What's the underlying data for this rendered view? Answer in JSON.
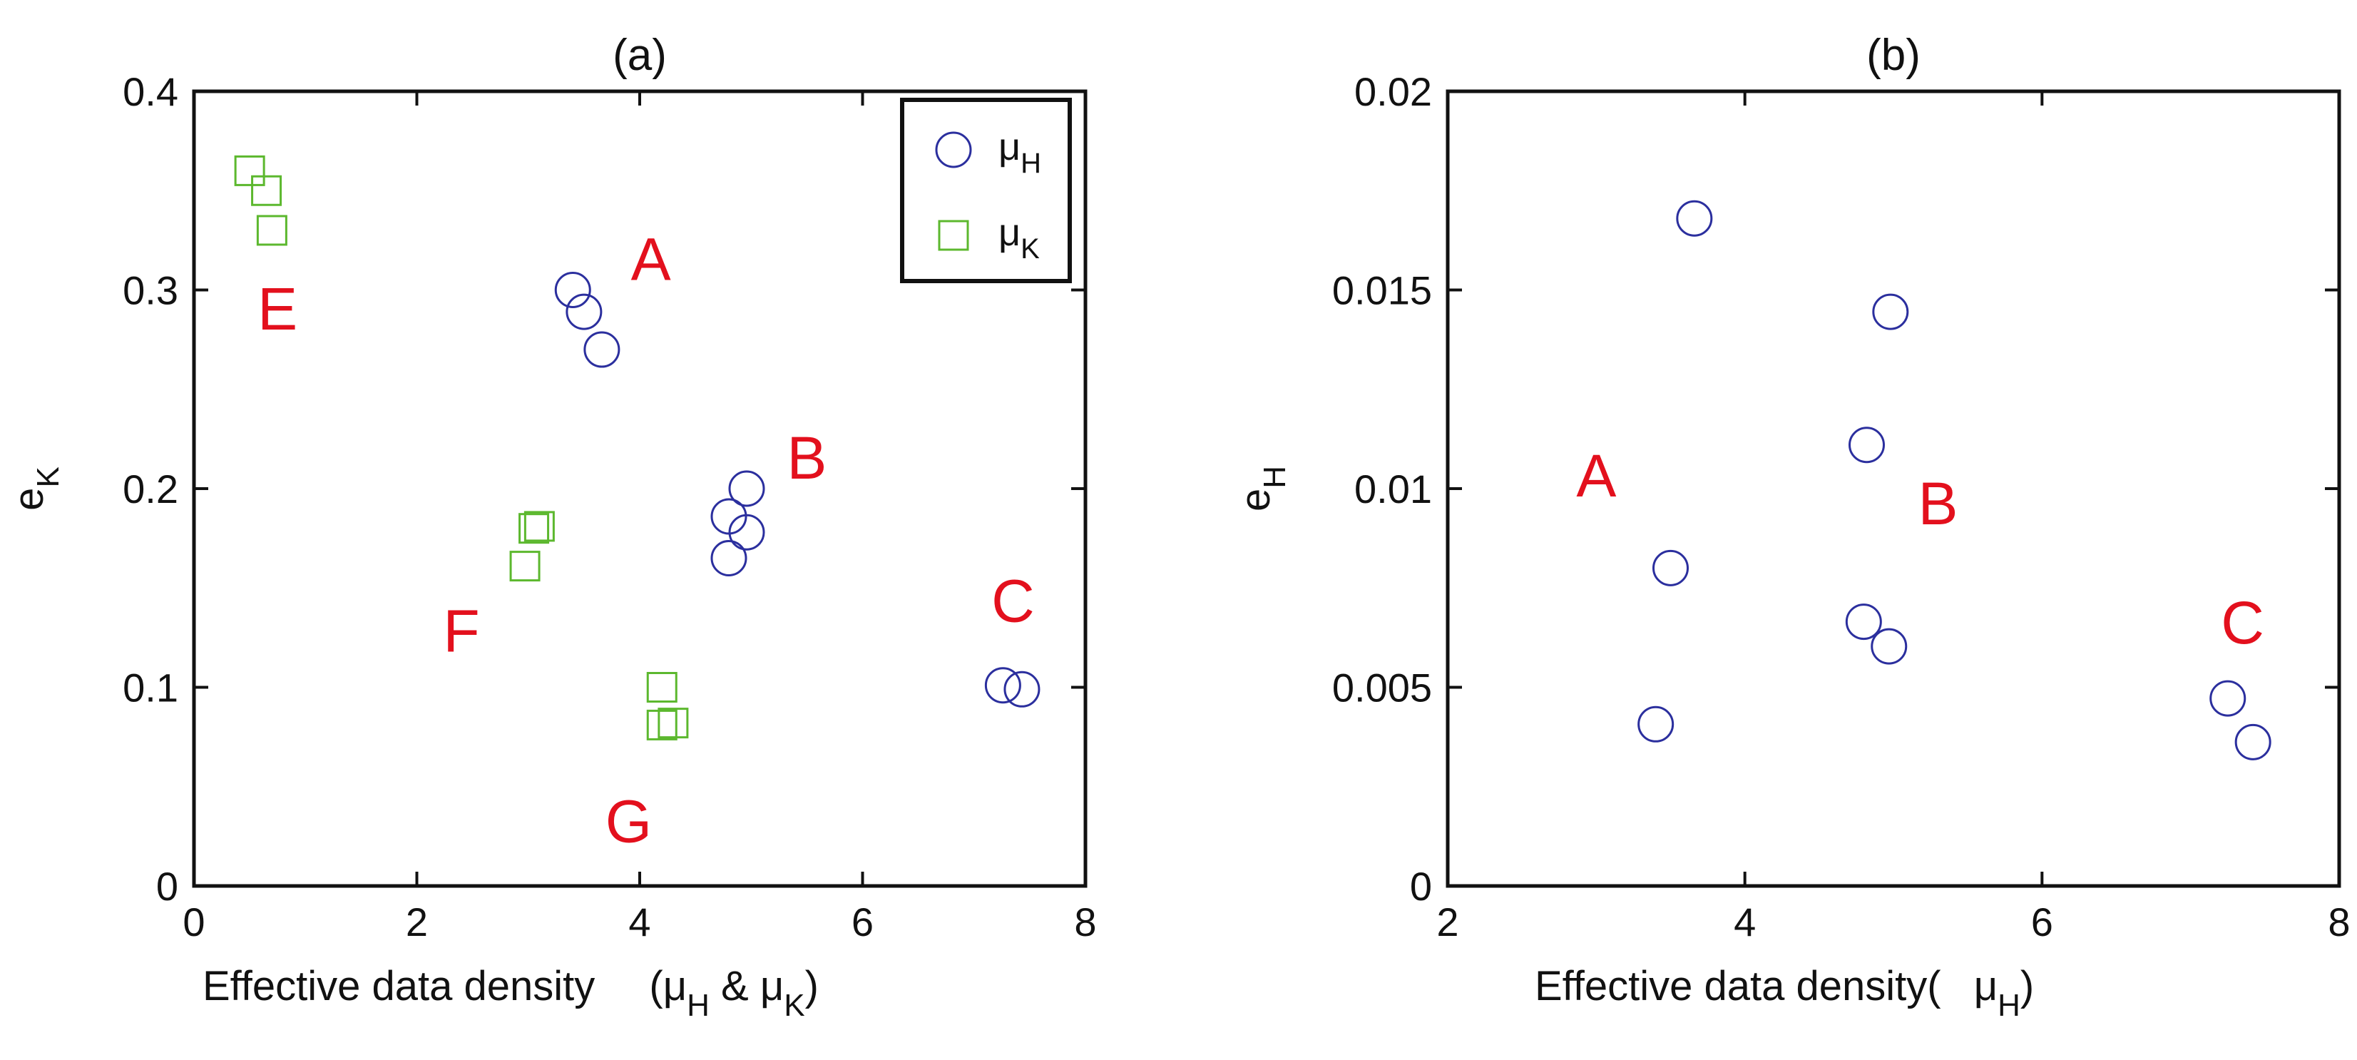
{
  "chart_data": [
    {
      "type": "scatter",
      "title": "(a)",
      "xlabel": "Effective data density",
      "xlabel_math": {
        "open": "(",
        "mu1": "μ",
        "sub1": "H",
        "amp": "&",
        "mu2": "μ",
        "sub2": "K",
        "close": ")"
      },
      "ylabel": {
        "main": "e",
        "sub": "K"
      },
      "xlim": [
        0,
        8
      ],
      "ylim": [
        0,
        0.4
      ],
      "xticks": [
        0,
        2,
        4,
        6,
        8
      ],
      "yticks": [
        0,
        0.1,
        0.2,
        0.3,
        0.4
      ],
      "xtick_labels": [
        "0",
        "2",
        "4",
        "6",
        "8"
      ],
      "ytick_labels": [
        "0",
        "0.1",
        "0.2",
        "0.3",
        "0.4"
      ],
      "grid": false,
      "legend": {
        "placement": "top-right",
        "entries": [
          {
            "symbol": "μ",
            "sub": "H",
            "marker": "circle",
            "color": "#2b2f9e"
          },
          {
            "symbol": "μ",
            "sub": "K",
            "marker": "square",
            "color": "#5cb82e"
          }
        ]
      },
      "series": [
        {
          "marker": "circle",
          "color": "#2b2f9e",
          "points": [
            {
              "x": 3.4,
              "y": 0.3
            },
            {
              "x": 3.5,
              "y": 0.289
            },
            {
              "x": 3.66,
              "y": 0.27
            },
            {
              "x": 4.96,
              "y": 0.2
            },
            {
              "x": 4.8,
              "y": 0.186
            },
            {
              "x": 4.96,
              "y": 0.178
            },
            {
              "x": 4.8,
              "y": 0.165
            },
            {
              "x": 7.26,
              "y": 0.101
            },
            {
              "x": 7.43,
              "y": 0.099
            }
          ]
        },
        {
          "marker": "square",
          "color": "#5cb82e",
          "points": [
            {
              "x": 0.5,
              "y": 0.36
            },
            {
              "x": 0.65,
              "y": 0.35
            },
            {
              "x": 0.7,
              "y": 0.33
            },
            {
              "x": 3.1,
              "y": 0.181
            },
            {
              "x": 3.05,
              "y": 0.18
            },
            {
              "x": 2.97,
              "y": 0.161
            },
            {
              "x": 4.2,
              "y": 0.1
            },
            {
              "x": 4.3,
              "y": 0.082
            },
            {
              "x": 4.2,
              "y": 0.081
            }
          ]
        }
      ],
      "annotations": [
        {
          "text": "A",
          "x": 4.1,
          "y": 0.305
        },
        {
          "text": "B",
          "x": 5.5,
          "y": 0.205
        },
        {
          "text": "C",
          "x": 7.35,
          "y": 0.133
        },
        {
          "text": "E",
          "x": 0.75,
          "y": 0.28
        },
        {
          "text": "F",
          "x": 2.4,
          "y": 0.118
        },
        {
          "text": "G",
          "x": 3.9,
          "y": 0.022
        }
      ]
    },
    {
      "type": "scatter",
      "title": "(b)",
      "xlabel": "Effective data density(",
      "xlabel_math": {
        "mu1": "μ",
        "sub1": "H",
        "close": ")"
      },
      "ylabel": {
        "main": "e",
        "sub": "H"
      },
      "xlim": [
        2,
        8
      ],
      "ylim": [
        0,
        0.02
      ],
      "xticks": [
        2,
        4,
        6,
        8
      ],
      "yticks": [
        0,
        0.005,
        0.01,
        0.015,
        0.02
      ],
      "xtick_labels": [
        "2",
        "4",
        "6",
        "8"
      ],
      "ytick_labels": [
        "0",
        "0.005",
        "0.01",
        "0.015",
        "0.02"
      ],
      "grid": false,
      "series": [
        {
          "marker": "circle",
          "color": "#2b2f9e",
          "points": [
            {
              "x": 3.66,
              "y": 0.0168
            },
            {
              "x": 4.98,
              "y": 0.01445
            },
            {
              "x": 4.82,
              "y": 0.0111
            },
            {
              "x": 3.5,
              "y": 0.008
            },
            {
              "x": 4.8,
              "y": 0.00665
            },
            {
              "x": 4.97,
              "y": 0.00603
            },
            {
              "x": 3.4,
              "y": 0.00407
            },
            {
              "x": 7.25,
              "y": 0.00472
            },
            {
              "x": 7.42,
              "y": 0.00362
            }
          ]
        }
      ],
      "annotations": [
        {
          "text": "A",
          "x": 3.0,
          "y": 0.0098
        },
        {
          "text": "B",
          "x": 5.3,
          "y": 0.0091
        },
        {
          "text": "C",
          "x": 7.35,
          "y": 0.0061
        }
      ]
    }
  ]
}
